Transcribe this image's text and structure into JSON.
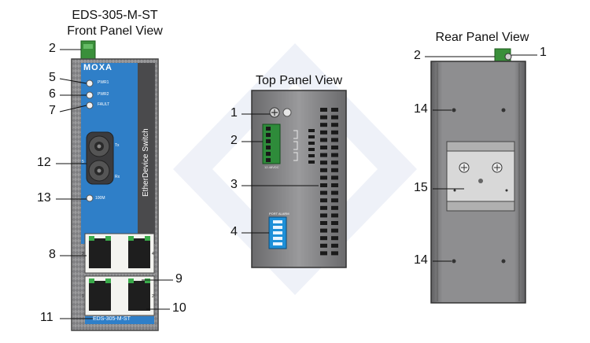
{
  "front_panel": {
    "title_line1": "EDS-305-M-ST",
    "title_line2": "Front Panel View",
    "brand": "MOXA",
    "vertical_label": "EtherDevice Switch",
    "led_pwr1": "PWR1",
    "led_pwr2": "PWR2",
    "led_fault": "FAULT",
    "fiber_tx": "Tx",
    "fiber_rx": "Rx",
    "port5_label": "5",
    "led_100m": "100M",
    "port_3": "3",
    "port_4": "4",
    "port_1": "1",
    "port_2": "2",
    "model_plate": "EDS-305-M-ST",
    "callouts": [
      "2",
      "5",
      "6",
      "7",
      "12",
      "13",
      "8",
      "9",
      "10",
      "11"
    ]
  },
  "top_panel": {
    "title": "Top Panel View",
    "dip_label": "PORT ALARM",
    "terminal_caption": "12-48VDC",
    "callouts": [
      "1",
      "2",
      "3",
      "4"
    ]
  },
  "rear_panel": {
    "title": "Rear Panel View",
    "callouts": [
      "2",
      "1",
      "14",
      "15",
      "14"
    ]
  },
  "colors": {
    "housing_gray": "#8c8c8e",
    "housing_dark": "#4a4a4c",
    "blue_strip": "#2f7fc8",
    "terminal_green": "#2e8b3a",
    "dip_blue": "#1e90d8",
    "led_green": "#3aaa4a"
  }
}
